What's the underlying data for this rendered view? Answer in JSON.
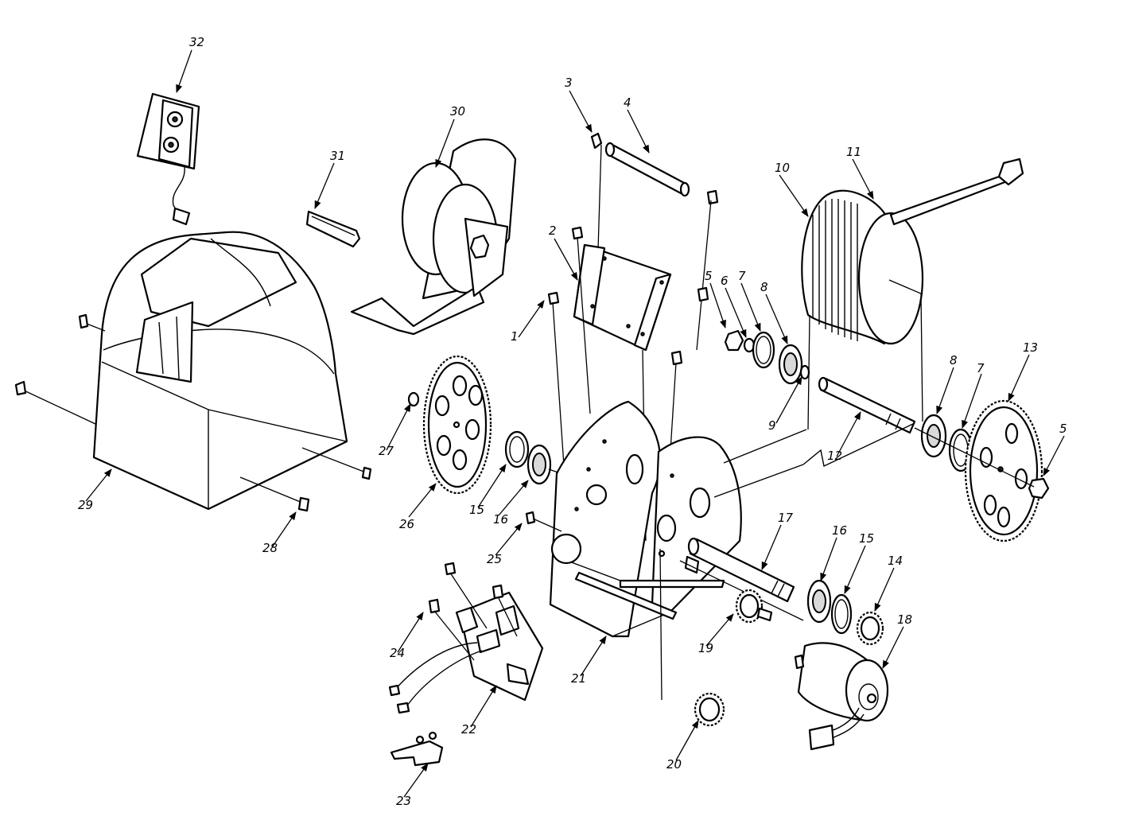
{
  "callouts": [
    {
      "id": "1",
      "label": "1"
    },
    {
      "id": "2",
      "label": "2"
    },
    {
      "id": "3",
      "label": "3"
    },
    {
      "id": "4",
      "label": "4"
    },
    {
      "id": "5a",
      "label": "5"
    },
    {
      "id": "5b",
      "label": "5"
    },
    {
      "id": "6",
      "label": "6"
    },
    {
      "id": "7a",
      "label": "7"
    },
    {
      "id": "7b",
      "label": "7"
    },
    {
      "id": "8a",
      "label": "8"
    },
    {
      "id": "8b",
      "label": "8"
    },
    {
      "id": "9",
      "label": "9"
    },
    {
      "id": "10",
      "label": "10"
    },
    {
      "id": "11",
      "label": "11"
    },
    {
      "id": "12",
      "label": "12"
    },
    {
      "id": "13",
      "label": "13"
    },
    {
      "id": "14",
      "label": "14"
    },
    {
      "id": "15a",
      "label": "15"
    },
    {
      "id": "15b",
      "label": "15"
    },
    {
      "id": "16a",
      "label": "16"
    },
    {
      "id": "16b",
      "label": "16"
    },
    {
      "id": "17",
      "label": "17"
    },
    {
      "id": "18",
      "label": "18"
    },
    {
      "id": "19",
      "label": "19"
    },
    {
      "id": "20",
      "label": "20"
    },
    {
      "id": "21",
      "label": "21"
    },
    {
      "id": "22",
      "label": "22"
    },
    {
      "id": "23",
      "label": "23"
    },
    {
      "id": "24",
      "label": "24"
    },
    {
      "id": "25",
      "label": "25"
    },
    {
      "id": "26",
      "label": "26"
    },
    {
      "id": "27",
      "label": "27"
    },
    {
      "id": "28",
      "label": "28"
    },
    {
      "id": "29",
      "label": "29"
    },
    {
      "id": "30",
      "label": "30"
    },
    {
      "id": "31",
      "label": "31"
    },
    {
      "id": "32",
      "label": "32"
    }
  ]
}
